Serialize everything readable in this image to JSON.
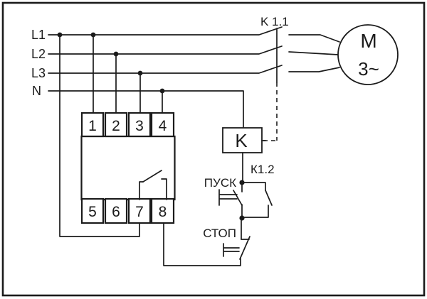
{
  "diagram_type": "electrical-wiring-schematic",
  "colors": {
    "line": "#1b1b1b",
    "background": "#ffffff"
  },
  "bus": {
    "l1": "L1",
    "l2": "L2",
    "l3": "L3",
    "n": "N"
  },
  "contactor": {
    "main_contact_label": "K 1.1",
    "coil_label": "K",
    "aux_contact_label": "К1.2"
  },
  "motor": {
    "letter": "M",
    "phase": "3~"
  },
  "buttons": {
    "start": "ПУСК",
    "stop": "СТОП"
  },
  "relay_device": {
    "top_terminals": [
      "1",
      "2",
      "3",
      "4"
    ],
    "bottom_terminals": [
      "5",
      "6",
      "7",
      "8"
    ]
  }
}
